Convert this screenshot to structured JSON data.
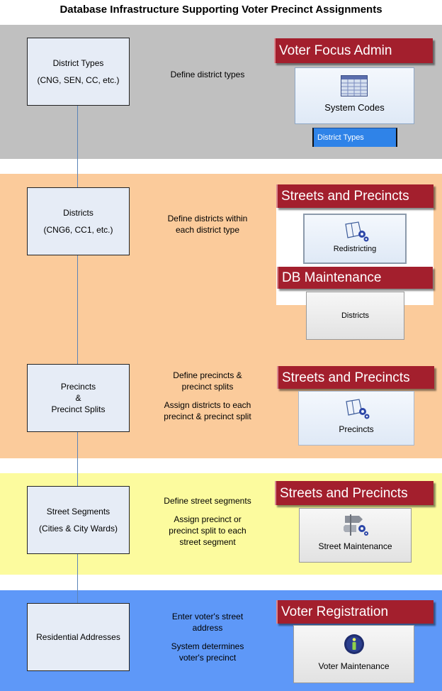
{
  "title": "Database Infrastructure Supporting Voter Precinct Assignments",
  "colors": {
    "band1": "#c0c0c0",
    "band2": "#fbcb9b",
    "band3": "#fcfb9e",
    "band4": "#5e98f8",
    "banner": "#a31f2d",
    "node_fill": "#e6ecf6",
    "connector": "#5b84b8"
  },
  "stages": [
    {
      "node": {
        "line1": "District Types",
        "line2": "(CNG, SEN, CC, etc.)"
      },
      "desc": {
        "line1": "Define district types"
      },
      "banner": "Voter Focus Admin",
      "card": {
        "label": "System Codes",
        "icon": "table-grid-icon"
      },
      "selected_item": "District Types"
    },
    {
      "node": {
        "line1": "Districts",
        "line2": "(CNG6, CC1, etc.)"
      },
      "desc": {
        "line1": "Define districts within",
        "line2": "each district type"
      },
      "banner": "Streets and Precincts",
      "card": {
        "label": "Redistricting",
        "icon": "map-gears-icon"
      },
      "banner2": "DB Maintenance",
      "card2": {
        "label": "Districts"
      }
    },
    {
      "node": {
        "line1": "Precincts",
        "line2": "&",
        "line3": "Precinct Splits"
      },
      "desc": {
        "line1": "Define precincts &",
        "line2": "precinct splits",
        "line3": "Assign districts to each",
        "line4": "precinct & precinct split"
      },
      "banner": "Streets and Precincts",
      "card": {
        "label": "Precincts",
        "icon": "map-gears-icon"
      }
    },
    {
      "node": {
        "line1": "Street Segments",
        "line2": "(Cities & City Wards)"
      },
      "desc": {
        "line1": "Define street segments",
        "line2": "Assign precinct or",
        "line3": "precinct split to each",
        "line4": "street segment"
      },
      "banner": "Streets and Precincts",
      "card": {
        "label": "Street Maintenance",
        "icon": "street-sign-gears-icon"
      }
    },
    {
      "node": {
        "line1": "Residential Addresses"
      },
      "desc": {
        "line1": "Enter voter's street",
        "line2": "address",
        "line3": "System determines",
        "line4": "voter's precinct"
      },
      "banner": "Voter Registration",
      "card": {
        "label": "Voter Maintenance",
        "icon": "info-icon"
      }
    }
  ]
}
